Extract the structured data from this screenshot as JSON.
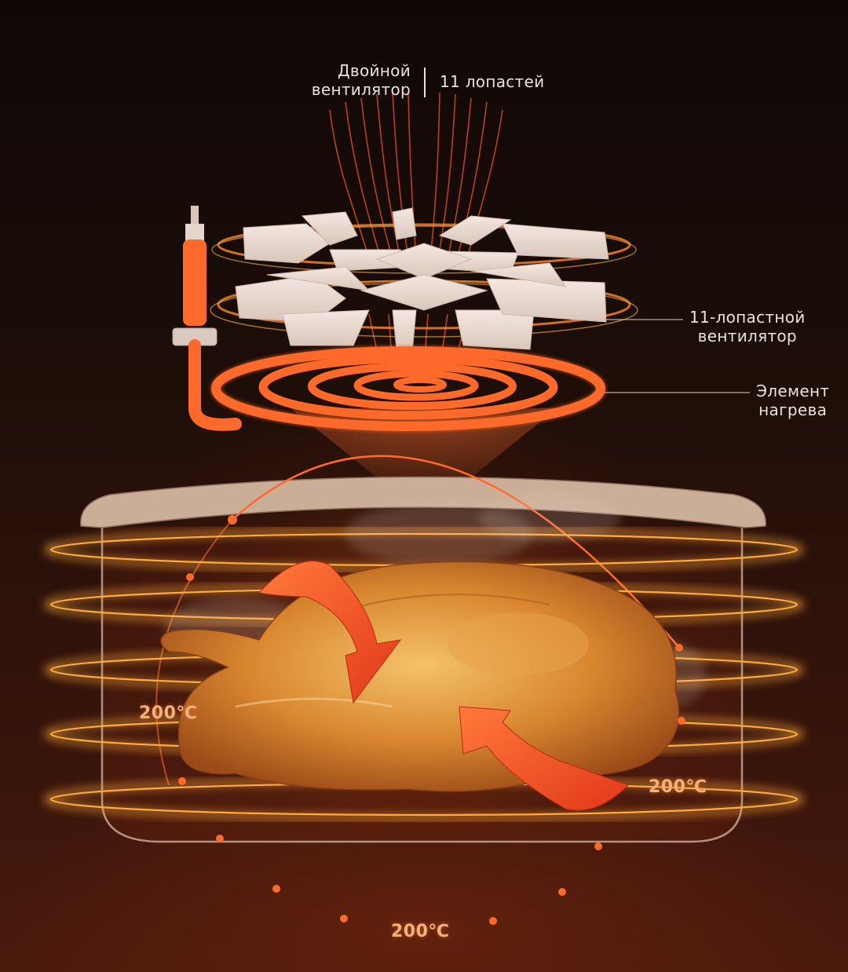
{
  "header": {
    "left_line1": "Двойной",
    "left_line2": "вентилятор",
    "right": "11 лопастей"
  },
  "callouts": {
    "fan_line1": "11-лопастной",
    "fan_line2": "вентилятор",
    "heater_line1": "Элемент",
    "heater_line2": "нагрева"
  },
  "temperatures": {
    "left": "200℃",
    "right": "200℃",
    "bottom": "200℃"
  },
  "colors": {
    "accent": "#ff6a2a",
    "glow": "#ffb25a",
    "background": "#120907"
  }
}
